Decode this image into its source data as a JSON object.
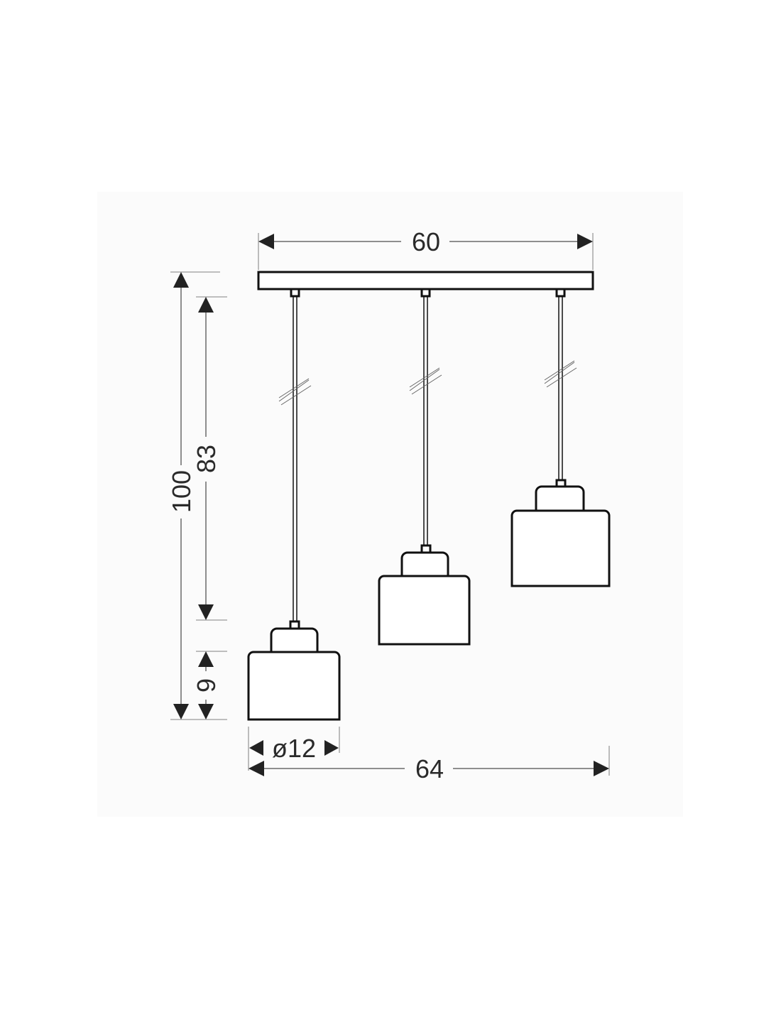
{
  "dimensions": {
    "canopy_width": "60",
    "total_height": "100",
    "cord_length": "83",
    "shade_height": "9",
    "shade_diameter": "ø12",
    "total_width": "64"
  },
  "colors": {
    "background_panel": "#fbfbfb",
    "line": "#111111",
    "dimension_line": "#9a9a9a"
  }
}
